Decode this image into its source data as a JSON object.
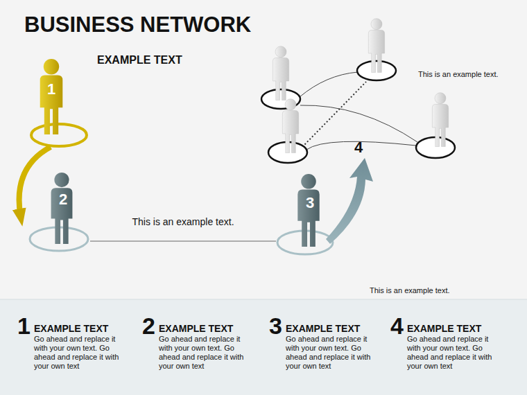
{
  "diagram": {
    "title": "BUSINESS NETWORK",
    "nodes": [
      {
        "text": [
          "1"
        ]
      },
      {
        "text": [
          "2"
        ]
      },
      {
        "text": [
          "3"
        ]
      },
      {
        "text": [
          "1",
          "EXAMPLE TEXT",
          "Go ahead and replace it with your own text. Go ahead and replace it with your own text"
        ]
      },
      {
        "text": [
          "2",
          "EXAMPLE TEXT",
          "Go ahead and replace it with your own text. Go ahead and replace it with your own text"
        ]
      },
      {
        "text": [
          "3",
          "EXAMPLE TEXT",
          "Go ahead and replace it with your own text. Go ahead and replace it with your own text"
        ]
      },
      {
        "text": [
          "4",
          "EXAMPLE TEXT",
          "Go ahead and replace it with your own text. Go ahead and replace it with your own text"
        ]
      }
    ],
    "edges": [
      {
        "from": 0,
        "to": 1,
        "arrow": "to"
      },
      {
        "from": 1,
        "to": 2,
        "label": "This is an example text.",
        "arrow": "none"
      }
    ],
    "labels": [
      "EXAMPLE TEXT",
      "This is an example text.",
      "4",
      "This is an example text."
    ]
  }
}
